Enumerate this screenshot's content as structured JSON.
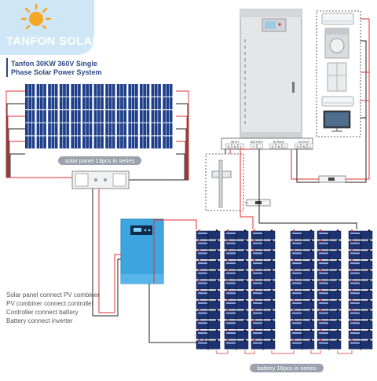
{
  "brand": {
    "name": "TANFON SOLAR",
    "logo_bg": "#cfe6f7",
    "sun_color": "#f5a623"
  },
  "title": {
    "line1": "Tanfon 30KW 360V Single",
    "line2": "Phase Solar Power System"
  },
  "labels": {
    "solar_panel": "solar panel 13pcs in series",
    "battery": "battery 16pcs in series"
  },
  "inverter": {
    "terminals": [
      {
        "group": "INPUT",
        "pins": [
          "G",
          "N",
          "L"
        ]
      },
      {
        "group": "BATTERY",
        "pins": [
          "+",
          "-"
        ]
      },
      {
        "group": "BYPASS",
        "pins": [
          "G",
          "N",
          "L"
        ]
      },
      {
        "group": "OUTPUT",
        "pins": [
          "G",
          "N",
          "L"
        ]
      }
    ]
  },
  "connection_notes": [
    "Solar panel connect PV combiner",
    "PV combiner connect controller",
    "Controller connect battery",
    "Battery connect inverter"
  ],
  "colors": {
    "panel_blue": "#1f3f8a",
    "wire_red": "#e03232",
    "wire_black": "#222222",
    "controller_blue": "#3da5e0",
    "cabinet_grey": "#e4e6e8"
  },
  "icons": [
    "sun-icon",
    "solar-panel-icon",
    "combiner-box-icon",
    "controller-icon",
    "inverter-icon",
    "battery-icon",
    "breaker-icon",
    "air-conditioner-icon",
    "washing-machine-icon",
    "refrigerator-icon",
    "television-icon"
  ]
}
